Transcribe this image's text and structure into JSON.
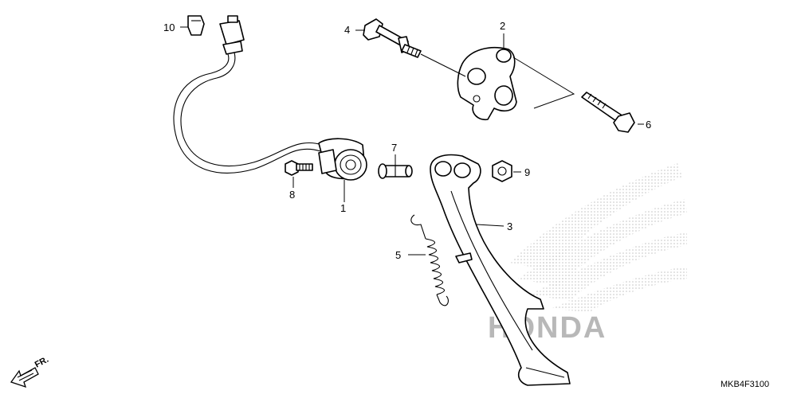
{
  "diagram": {
    "watermark": {
      "text": "HONDA",
      "color": "#b8b8b8"
    },
    "catalog_code": "MKB4F3100",
    "front_arrow_label": "FR.",
    "callouts": [
      {
        "id": "1",
        "label": "1"
      },
      {
        "id": "2",
        "label": "2"
      },
      {
        "id": "3",
        "label": "3"
      },
      {
        "id": "4",
        "label": "4"
      },
      {
        "id": "5",
        "label": "5"
      },
      {
        "id": "6",
        "label": "6"
      },
      {
        "id": "7",
        "label": "7"
      },
      {
        "id": "8",
        "label": "8"
      },
      {
        "id": "9",
        "label": "9"
      },
      {
        "id": "10",
        "label": "10"
      }
    ]
  }
}
